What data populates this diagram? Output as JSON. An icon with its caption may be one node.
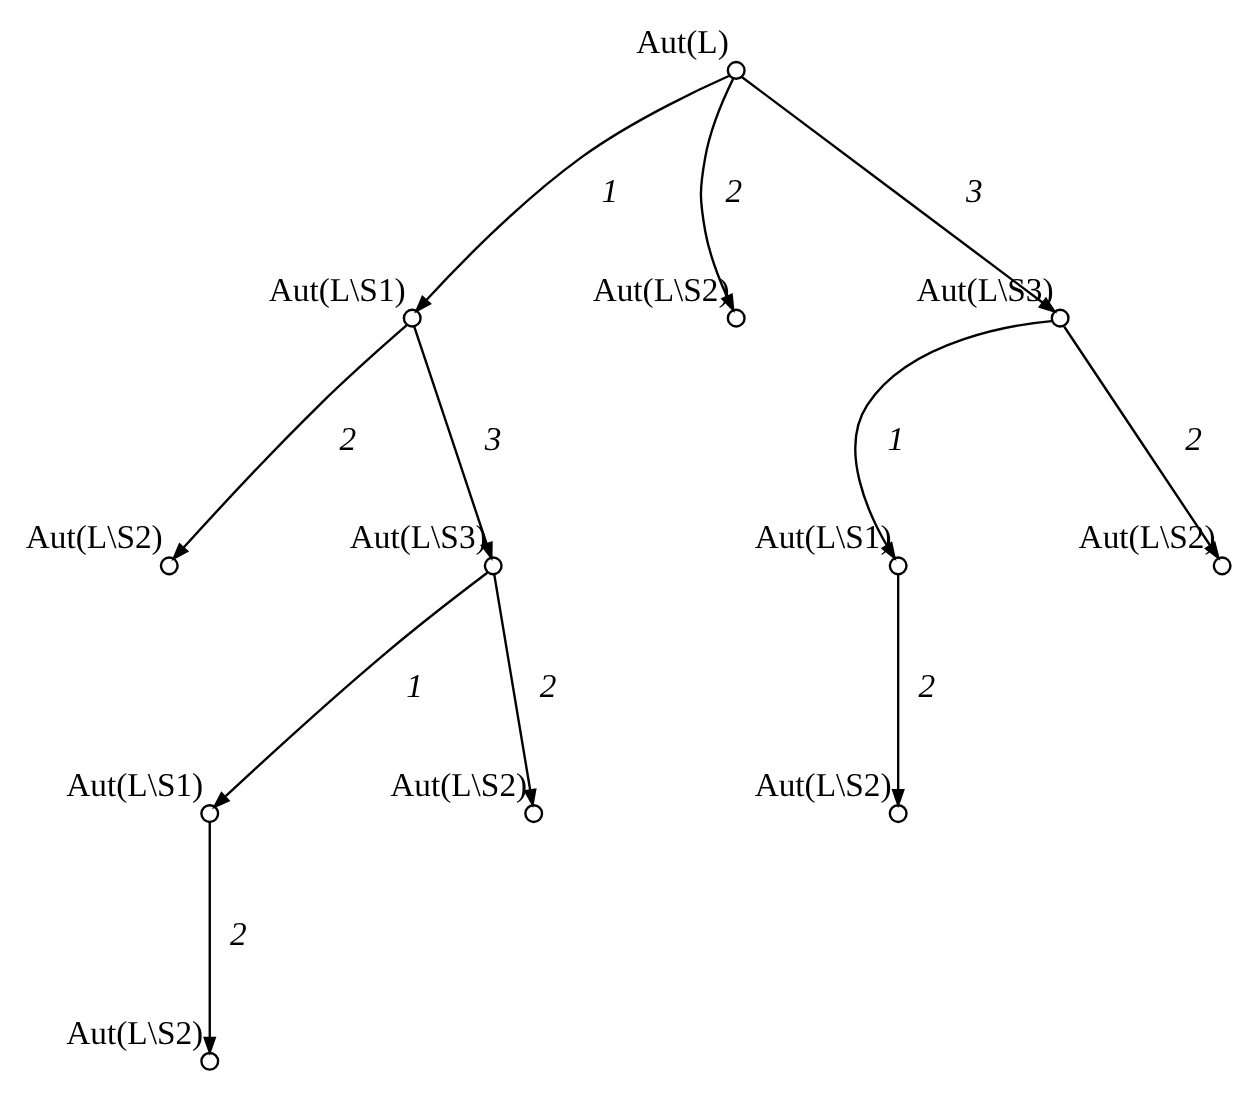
{
  "diagram": {
    "nodes": [
      {
        "text": [],
        "shape": "circle",
        "beside": [
          "Aut(L)"
        ]
      },
      {
        "text": [],
        "shape": "circle",
        "beside": [
          "Aut(L\\S1)"
        ]
      },
      {
        "text": [],
        "shape": "circle",
        "beside": [
          "Aut(L\\S2)"
        ]
      },
      {
        "text": [],
        "shape": "circle",
        "beside": [
          "Aut(L\\S3)"
        ]
      },
      {
        "text": [],
        "shape": "circle",
        "beside": [
          "Aut(L\\S2)"
        ]
      },
      {
        "text": [],
        "shape": "circle",
        "beside": [
          "Aut(L\\S3)"
        ]
      },
      {
        "text": [],
        "shape": "circle",
        "beside": [
          "Aut(L\\S1)"
        ]
      },
      {
        "text": [],
        "shape": "circle",
        "beside": [
          "Aut(L\\S2)"
        ]
      },
      {
        "text": [],
        "shape": "circle",
        "beside": [
          "Aut(L\\S1)"
        ]
      },
      {
        "text": [],
        "shape": "circle",
        "beside": [
          "Aut(L\\S2)"
        ]
      },
      {
        "text": [],
        "shape": "circle",
        "beside": [
          "Aut(L\\S2)"
        ]
      },
      {
        "text": [],
        "shape": "circle",
        "beside": [
          "Aut(L\\S2)"
        ]
      }
    ],
    "edges": [
      {
        "from": 0,
        "to": 1,
        "arrow": "to",
        "label": "1"
      },
      {
        "from": 0,
        "to": 2,
        "arrow": "to",
        "label": "2"
      },
      {
        "from": 0,
        "to": 3,
        "arrow": "to",
        "label": "3"
      },
      {
        "from": 1,
        "to": 4,
        "arrow": "to",
        "label": "2"
      },
      {
        "from": 1,
        "to": 5,
        "arrow": "to",
        "label": "3"
      },
      {
        "from": 3,
        "to": 6,
        "arrow": "to",
        "label": "1"
      },
      {
        "from": 3,
        "to": 7,
        "arrow": "to",
        "label": "2"
      },
      {
        "from": 5,
        "to": 8,
        "arrow": "to",
        "label": "1"
      },
      {
        "from": 5,
        "to": 9,
        "arrow": "to",
        "label": "2"
      },
      {
        "from": 6,
        "to": 10,
        "arrow": "to",
        "label": "2"
      },
      {
        "from": 8,
        "to": 11,
        "arrow": "to",
        "label": "2"
      }
    ]
  }
}
